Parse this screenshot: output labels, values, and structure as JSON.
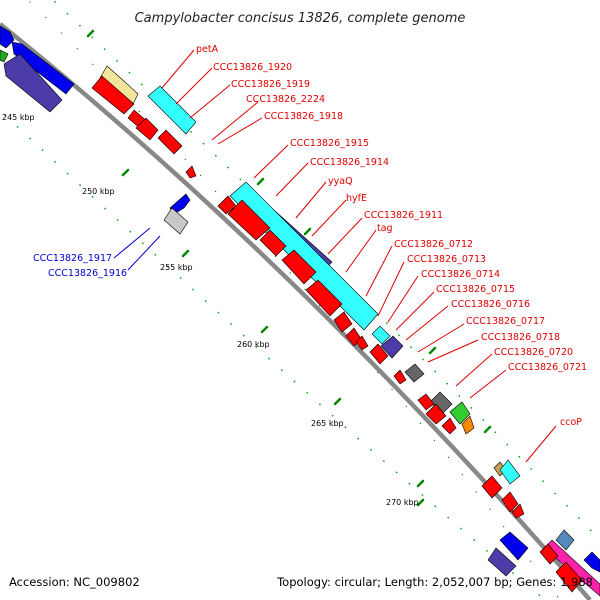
{
  "title": "Campylobacter concisus 13826, complete genome",
  "footer": {
    "accession": "Accession: NC_009802",
    "stats": "Topology: circular; Length: 2,052,007 bp; Genes: 1,988"
  },
  "kbp_labels": [
    "245 kbp",
    "250 kbp",
    "255 kbp",
    "260 kbp",
    "265 kbp",
    "270 kbp"
  ],
  "gene_labels_forward": [
    "petA",
    "CCC13826_1920",
    "CCC13826_1919",
    "CCC13826_2224",
    "CCC13826_1918",
    "CCC13826_1915",
    "CCC13826_1914",
    "yyaQ",
    "hyfE",
    "CCC13826_1911",
    "tag",
    "CCC13826_0712",
    "CCC13826_0713",
    "CCC13826_0714",
    "CCC13826_0715",
    "CCC13826_0716",
    "CCC13826_0717",
    "CCC13826_0718",
    "CCC13826_0720",
    "CCC13826_0721",
    "ccoP"
  ],
  "gene_labels_reverse": [
    "CCC13826_1917",
    "CCC13826_1916"
  ],
  "colors": {
    "backbone": "#999999",
    "forward_gene": "#ff0000",
    "reverse_gene": "#0000ee",
    "cds_cyan": "#33ffff",
    "tick": "#008800",
    "label_red": "#e00000",
    "label_blue": "#0000cc"
  }
}
